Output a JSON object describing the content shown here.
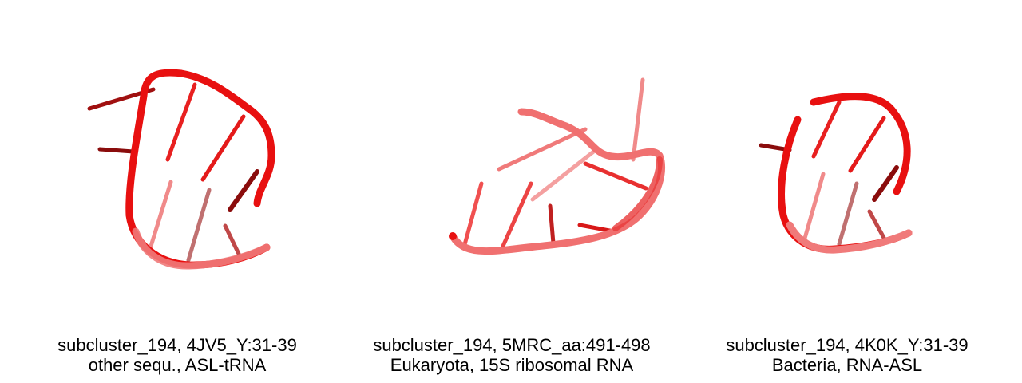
{
  "panels": [
    {
      "title": "subcluster_194, 4JV5_Y:31-39",
      "subtitle": "other sequ., ASL-tRNA"
    },
    {
      "title": "subcluster_194, 5MRC_aa:491-498",
      "subtitle": "Eukaryota, 15S ribosomal RNA"
    },
    {
      "title": "subcluster_194, 4K0K_Y:31-39",
      "subtitle": "Bacteria, RNA-ASL"
    }
  ],
  "colors": {
    "backbone": "#e81010",
    "backbone_faded": "#f07878",
    "base": "#e82020",
    "base_dark": "#9a0e0e",
    "base_faded": "#f08a8a"
  }
}
